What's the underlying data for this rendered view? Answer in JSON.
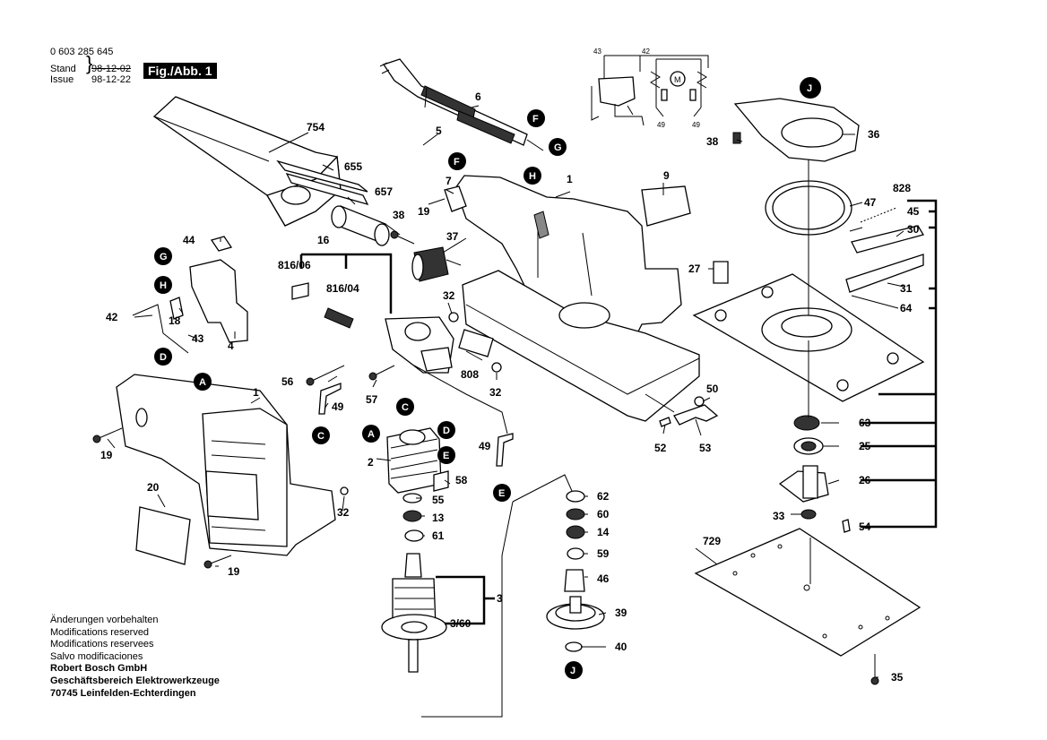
{
  "header": {
    "doc_number": "0 603 285 645",
    "stand_label": "Stand",
    "stand_date": "98-12-02",
    "issue_label": "Issue",
    "issue_date": "98-12-22",
    "figure_label": "Fig./Abb. 1"
  },
  "footer": {
    "lines": [
      "Änderungen vorbehalten",
      "Modifications reserved",
      "Modifications reservees",
      "Salvo modificaciones"
    ],
    "company": "Robert Bosch GmbH",
    "division": "Geschäftsbereich Elektrowerkzeuge",
    "address": "70745 Leinfelden-Echterdingen"
  },
  "part_labels": [
    "754",
    "655",
    "657",
    "6",
    "5",
    "1",
    "9",
    "7",
    "19",
    "38",
    "16",
    "816/06",
    "816/04",
    "37",
    "32",
    "44",
    "42",
    "18",
    "43",
    "4",
    "808",
    "32",
    "56",
    "57",
    "49",
    "1",
    "19",
    "20",
    "32",
    "19",
    "2",
    "58",
    "55",
    "13",
    "61",
    "3",
    "3/60",
    "49",
    "50",
    "52",
    "53",
    "62",
    "60",
    "14",
    "59",
    "46",
    "39",
    "40",
    "36",
    "38",
    "828",
    "47",
    "45",
    "30",
    "27",
    "31",
    "64",
    "63",
    "25",
    "26",
    "33",
    "54",
    "729",
    "35"
  ],
  "callouts": [
    "F",
    "G",
    "H",
    "F",
    "G",
    "H",
    "D",
    "A",
    "C",
    "C",
    "D",
    "A",
    "E",
    "E",
    "J",
    "J"
  ],
  "schematic": {
    "labels": [
      "43",
      "42",
      "49",
      "49"
    ],
    "motor_symbol": "M"
  },
  "colors": {
    "ink": "#000000",
    "paper": "#ffffff",
    "shade": "#888888"
  }
}
